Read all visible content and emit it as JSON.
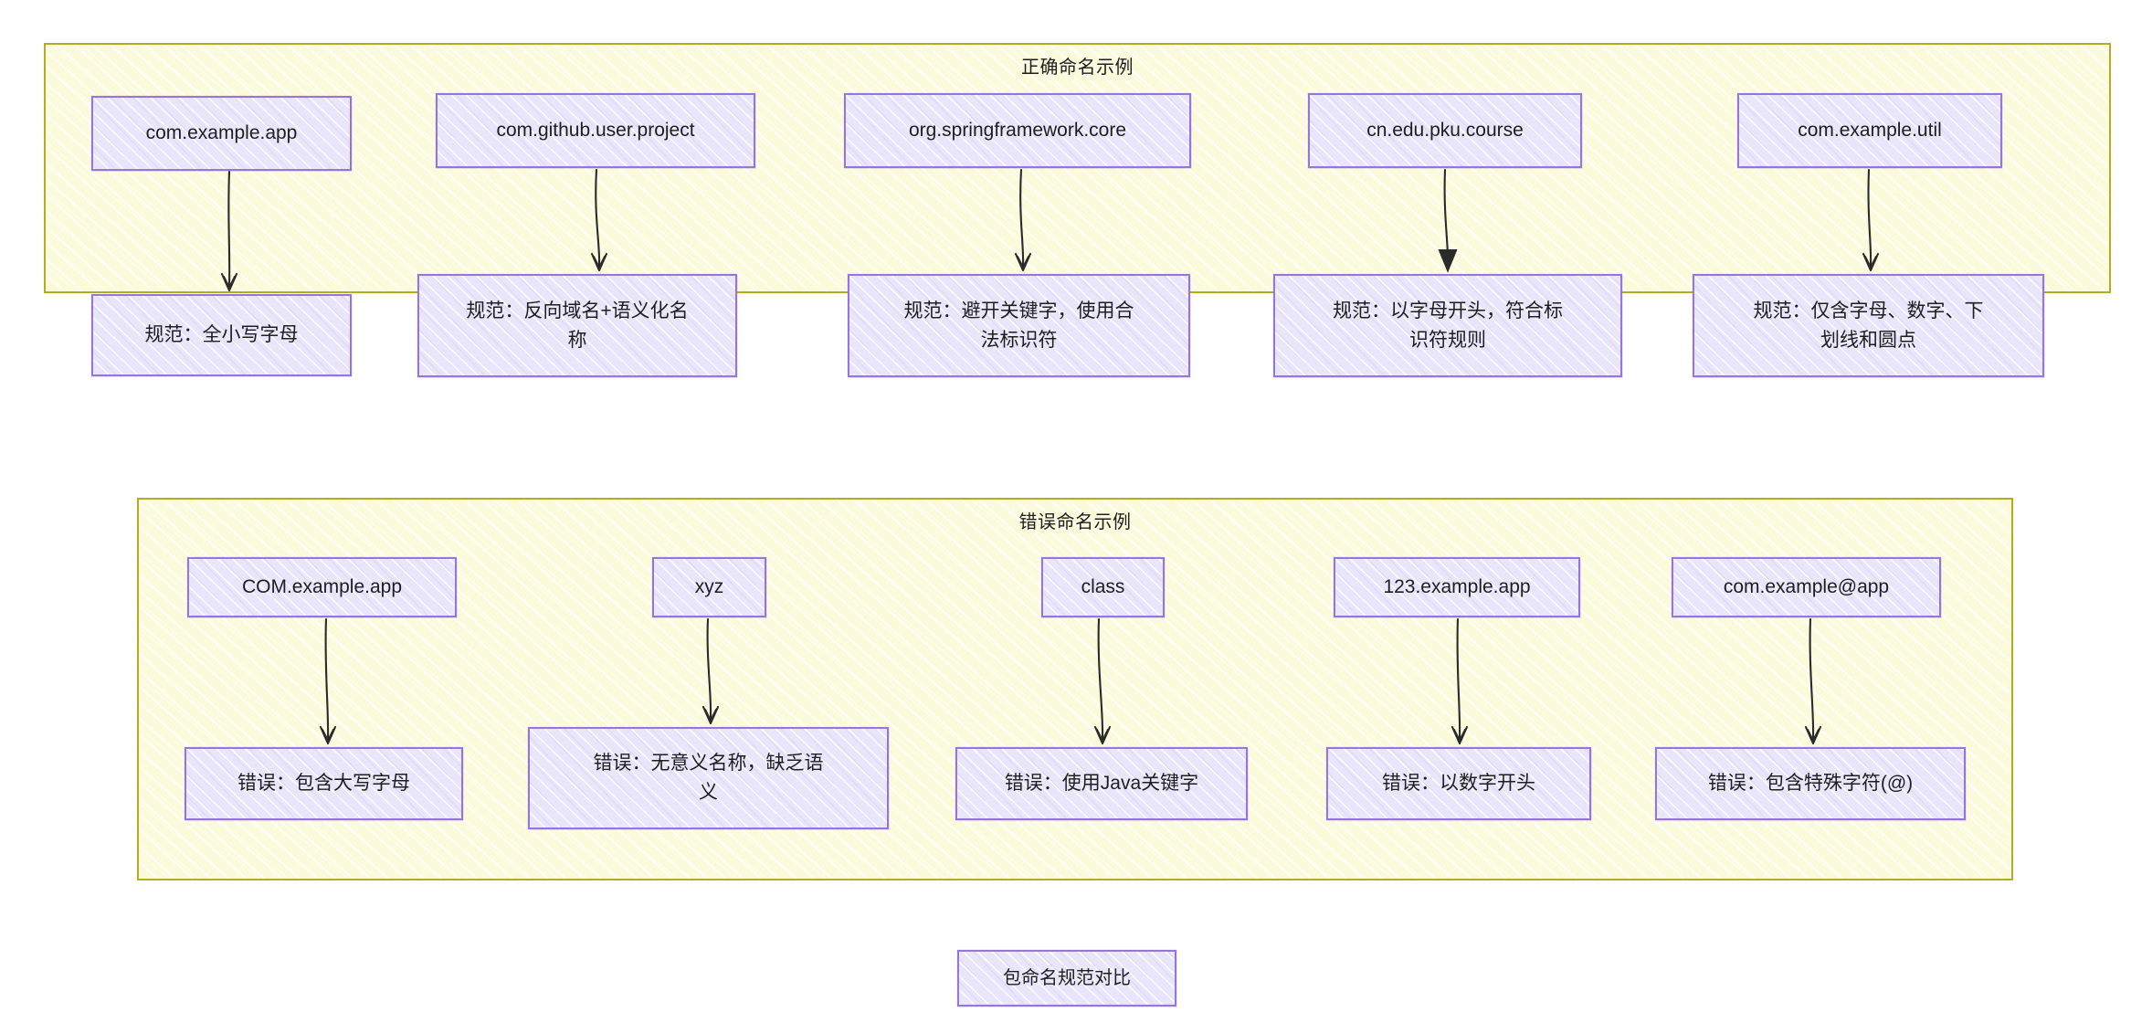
{
  "page": {
    "background": "#ffffff",
    "group_fill": "#fbfbdb",
    "group_stroke": "#b3ad1f",
    "node_fill": "#e9e5fb",
    "node_stroke": "#9775e0",
    "arrow_color": "#2b2b2b",
    "text_color": "#1e1e1e"
  },
  "diagram": {
    "type": "flowchart",
    "legend_label": "包命名规范对比"
  },
  "groups": [
    {
      "id": "correct",
      "title": "正确命名示例",
      "pairs": [
        {
          "example": "com.example.app",
          "rule": "规范：全小写字母"
        },
        {
          "example": "com.github.user.project",
          "rule": "规范：反向域名+语义化名\n称"
        },
        {
          "example": "org.springframework.core",
          "rule": "规范：避开关键字，使用合\n法标识符"
        },
        {
          "example": "cn.edu.pku.course",
          "rule": "规范：以字母开头，符合标\n识符规则"
        },
        {
          "example": "com.example.util",
          "rule": "规范：仅含字母、数字、下\n划线和圆点"
        }
      ]
    },
    {
      "id": "wrong",
      "title": "错误命名示例",
      "pairs": [
        {
          "example": "COM.example.app",
          "rule": "错误：包含大写字母"
        },
        {
          "example": "xyz",
          "rule": "错误：无意义名称，缺乏语\n义"
        },
        {
          "example": "class",
          "rule": "错误：使用Java关键字"
        },
        {
          "example": "123.example.app",
          "rule": "错误：以数字开头"
        },
        {
          "example": "com.example@app",
          "rule": "错误：包含特殊字符(@)"
        }
      ]
    }
  ]
}
